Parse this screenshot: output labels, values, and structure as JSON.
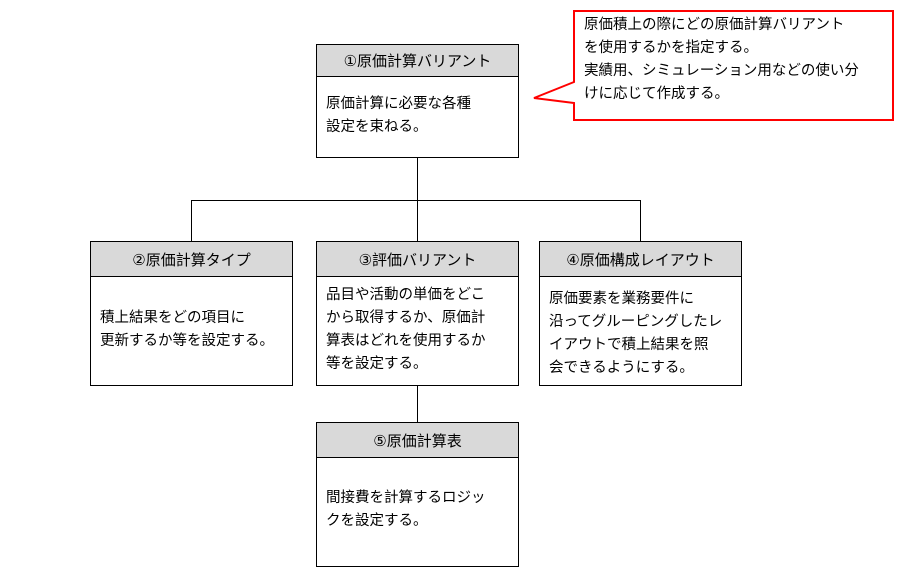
{
  "boxes": [
    {
      "title": "①原価計算バリアント",
      "lines": [
        "原価計算に必要な各種",
        "設定を束ねる。"
      ]
    },
    {
      "title": "②原価計算タイプ",
      "lines": [
        "積上結果をどの項目に",
        "更新するか等を設定する。"
      ]
    },
    {
      "title": "③評価バリアント",
      "lines": [
        "品目や活動の単価をどこ",
        "から取得するか、原価計",
        "算表はどれを使用するか",
        "等を設定する。"
      ]
    },
    {
      "title": "④原価構成レイアウト",
      "lines": [
        "原価要素を業務要件に",
        "沿ってグルーピングしたレ",
        "イアウトで積上結果を照",
        "会できるようにする。"
      ]
    },
    {
      "title": "⑤原価計算表",
      "lines": [
        "間接費を計算するロジッ",
        "クを設定する。"
      ]
    }
  ],
  "callout": {
    "lines": [
      "原価積上の際にどの原価計算バリアント",
      "を使用するかを指定する。",
      "実績用、シミュレーション用などの使い分",
      "けに応じて作成する。"
    ],
    "border_color": "#ff0000"
  }
}
